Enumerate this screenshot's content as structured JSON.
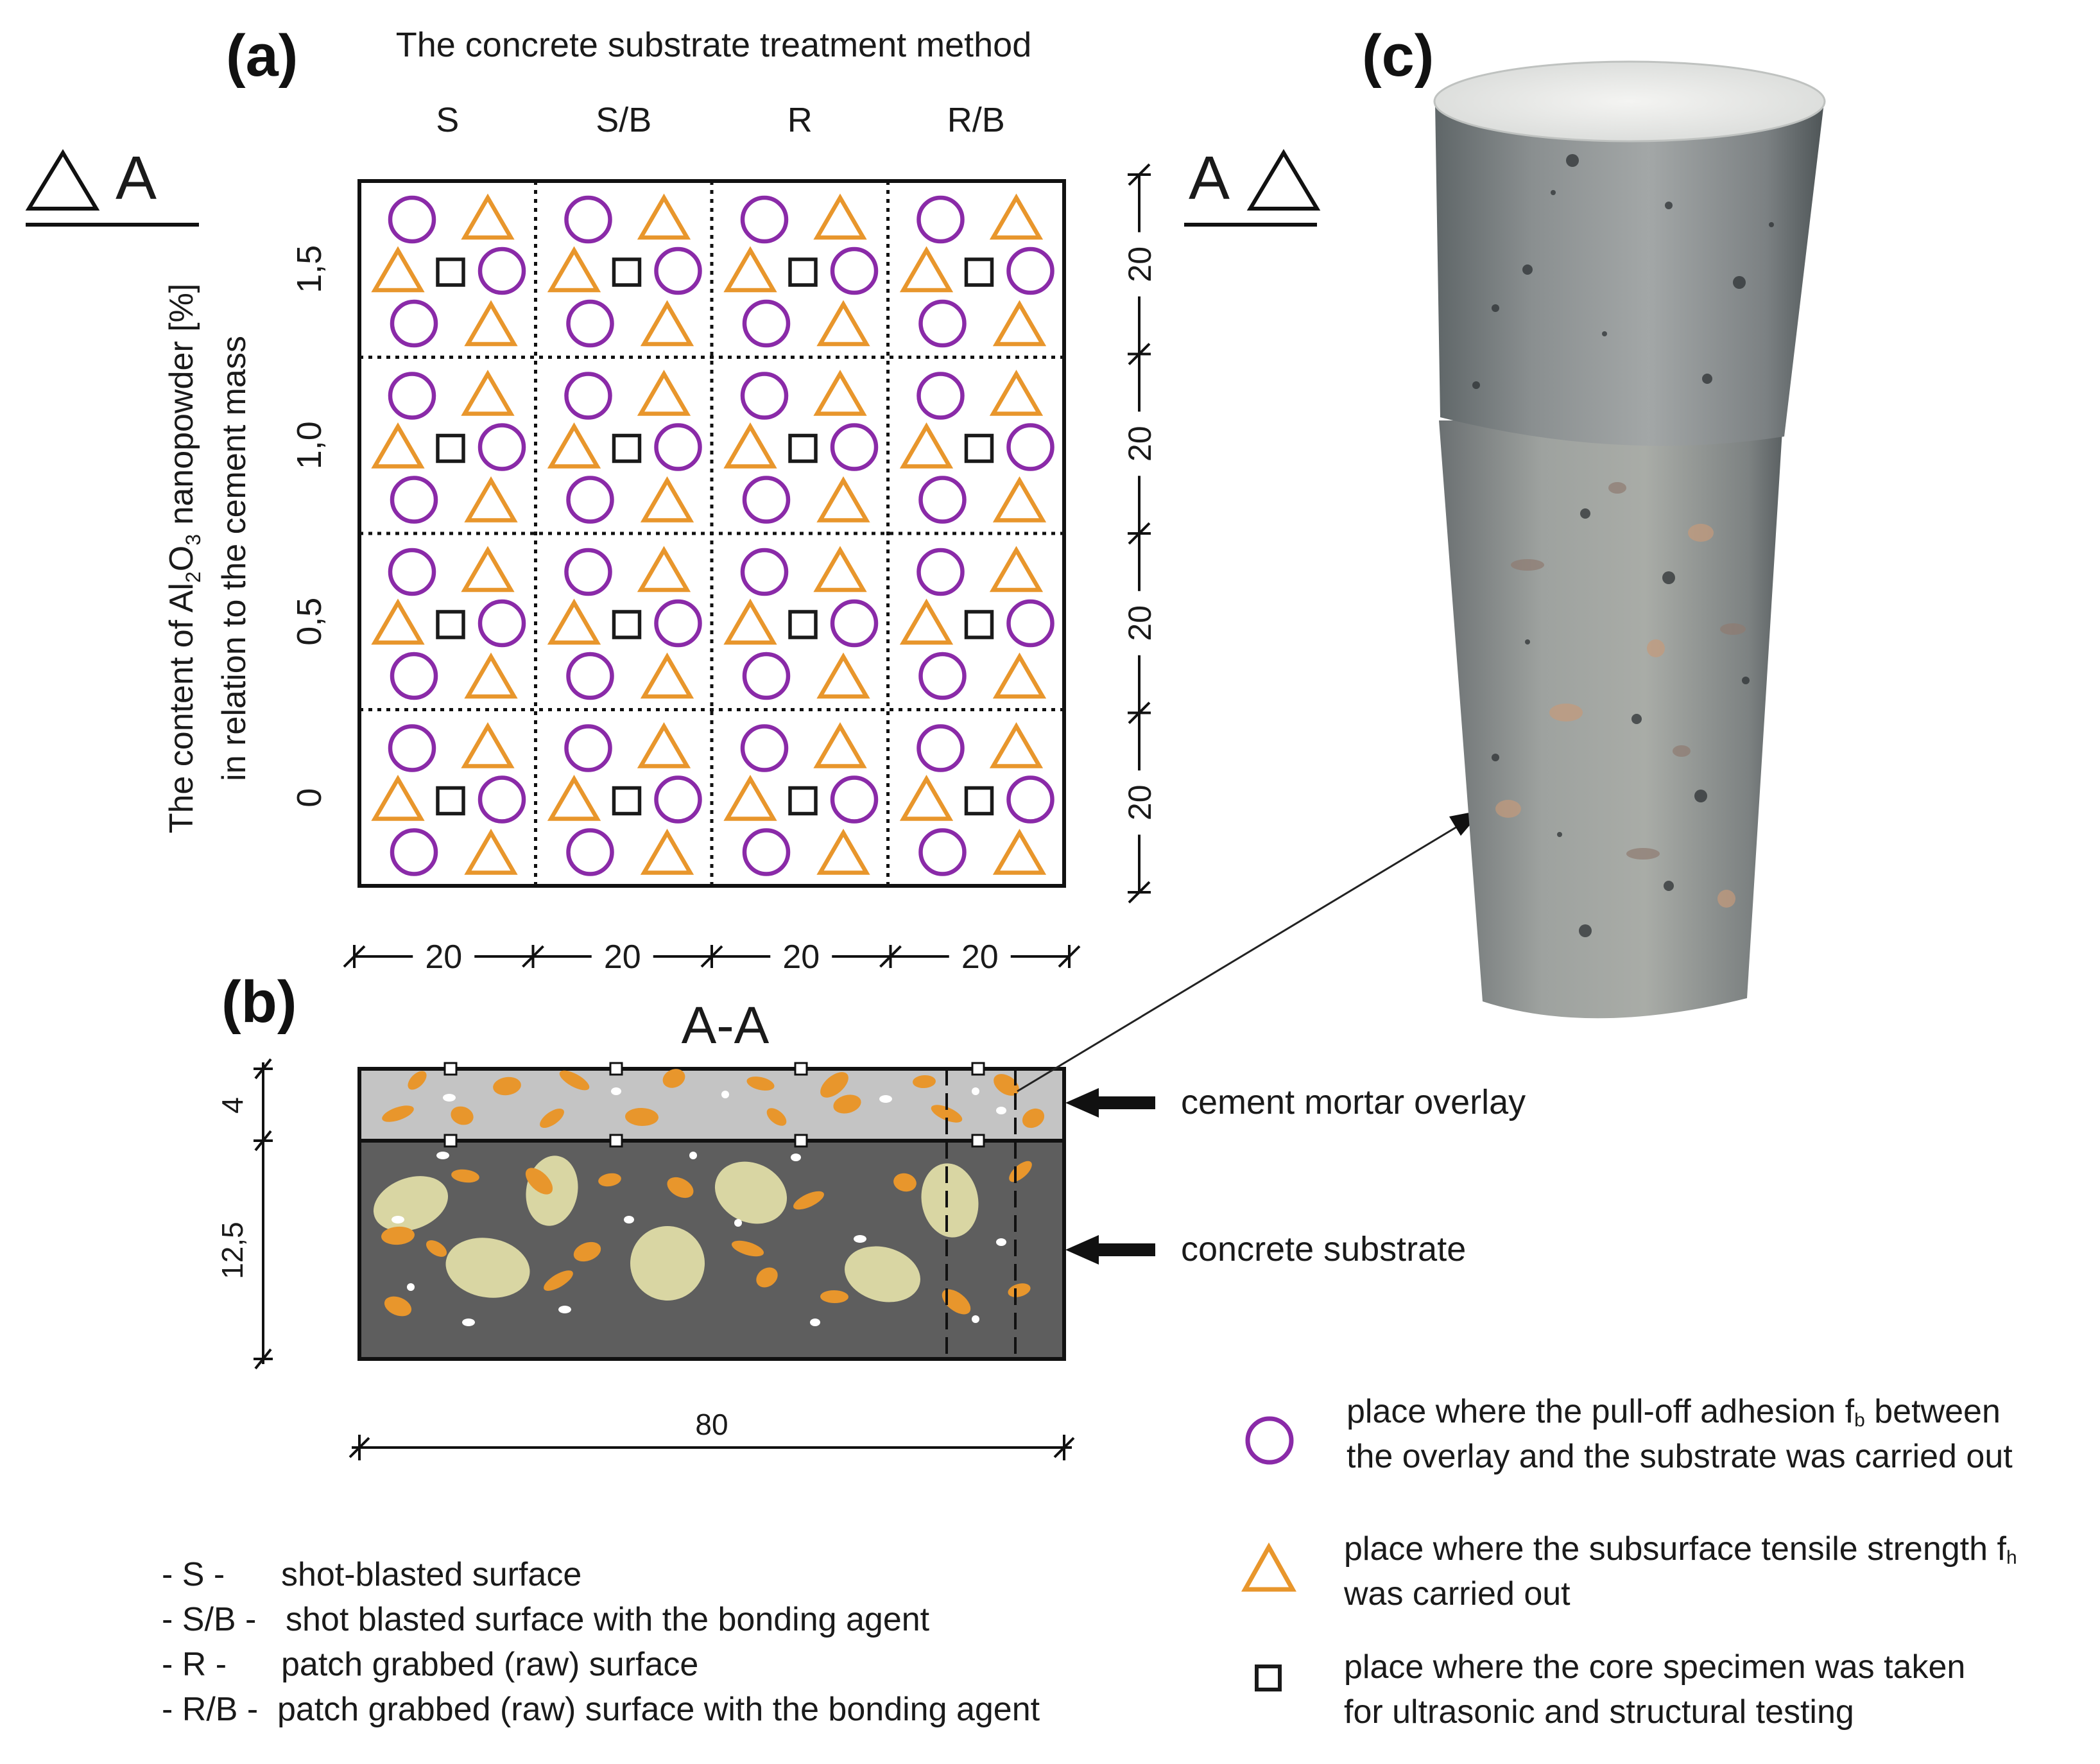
{
  "panel_labels": {
    "a": "(a)",
    "b": "(b)",
    "c": "(c)"
  },
  "panel_a": {
    "title": "The concrete substrate treatment method",
    "columns": [
      "S",
      "S/B",
      "R",
      "R/B"
    ],
    "rows": [
      "1,5",
      "1,0",
      "0,5",
      "0"
    ],
    "y_axis_line1_pre": "The content of Al",
    "y_axis_sub1": "2",
    "y_axis_mid": "O",
    "y_axis_sub2": "3",
    "y_axis_line1_post": " nanopowder [%]",
    "y_axis_line2": "in relation to the cement mass",
    "section_mark": "A",
    "column_dims": [
      "20",
      "20",
      "20",
      "20"
    ],
    "row_dims": [
      "20",
      "20",
      "20",
      "20"
    ]
  },
  "panel_b": {
    "title": "A-A",
    "overlay_thickness": "4",
    "substrate_thickness": "12,5",
    "width": "80",
    "overlay_label": "cement mortar overlay",
    "substrate_label": "concrete substrate"
  },
  "abbreviations": [
    {
      "code": "- S -",
      "text": "shot-blasted surface"
    },
    {
      "code": "- S/B -",
      "text": "shot blasted surface with the bonding agent"
    },
    {
      "code": "- R -",
      "text": "patch grabbed (raw) surface"
    },
    {
      "code": "- R/B -",
      "text": "patch grabbed (raw) surface with the bonding agent"
    }
  ],
  "legend": {
    "circle_line1": "place where the pull-off adhesion f",
    "circle_sub": "b",
    "circle_line1_post": " between",
    "circle_line2": "the overlay and the substrate was carried out",
    "triangle_line1": "place where the subsurface tensile strength f",
    "triangle_sub": "h",
    "triangle_line2": "was carried out",
    "square_line1": "place where the core specimen was taken",
    "square_line2": "for ultrasonic and structural testing"
  },
  "colors": {
    "circle": "#8a2aa8",
    "triangle": "#e8962c",
    "square": "#1a1a1a",
    "overlay": "#c4c4c4",
    "substrate": "#5e5e5e",
    "aggregate": "#d9d6a3",
    "fine_aggregate": "#e8962c"
  }
}
